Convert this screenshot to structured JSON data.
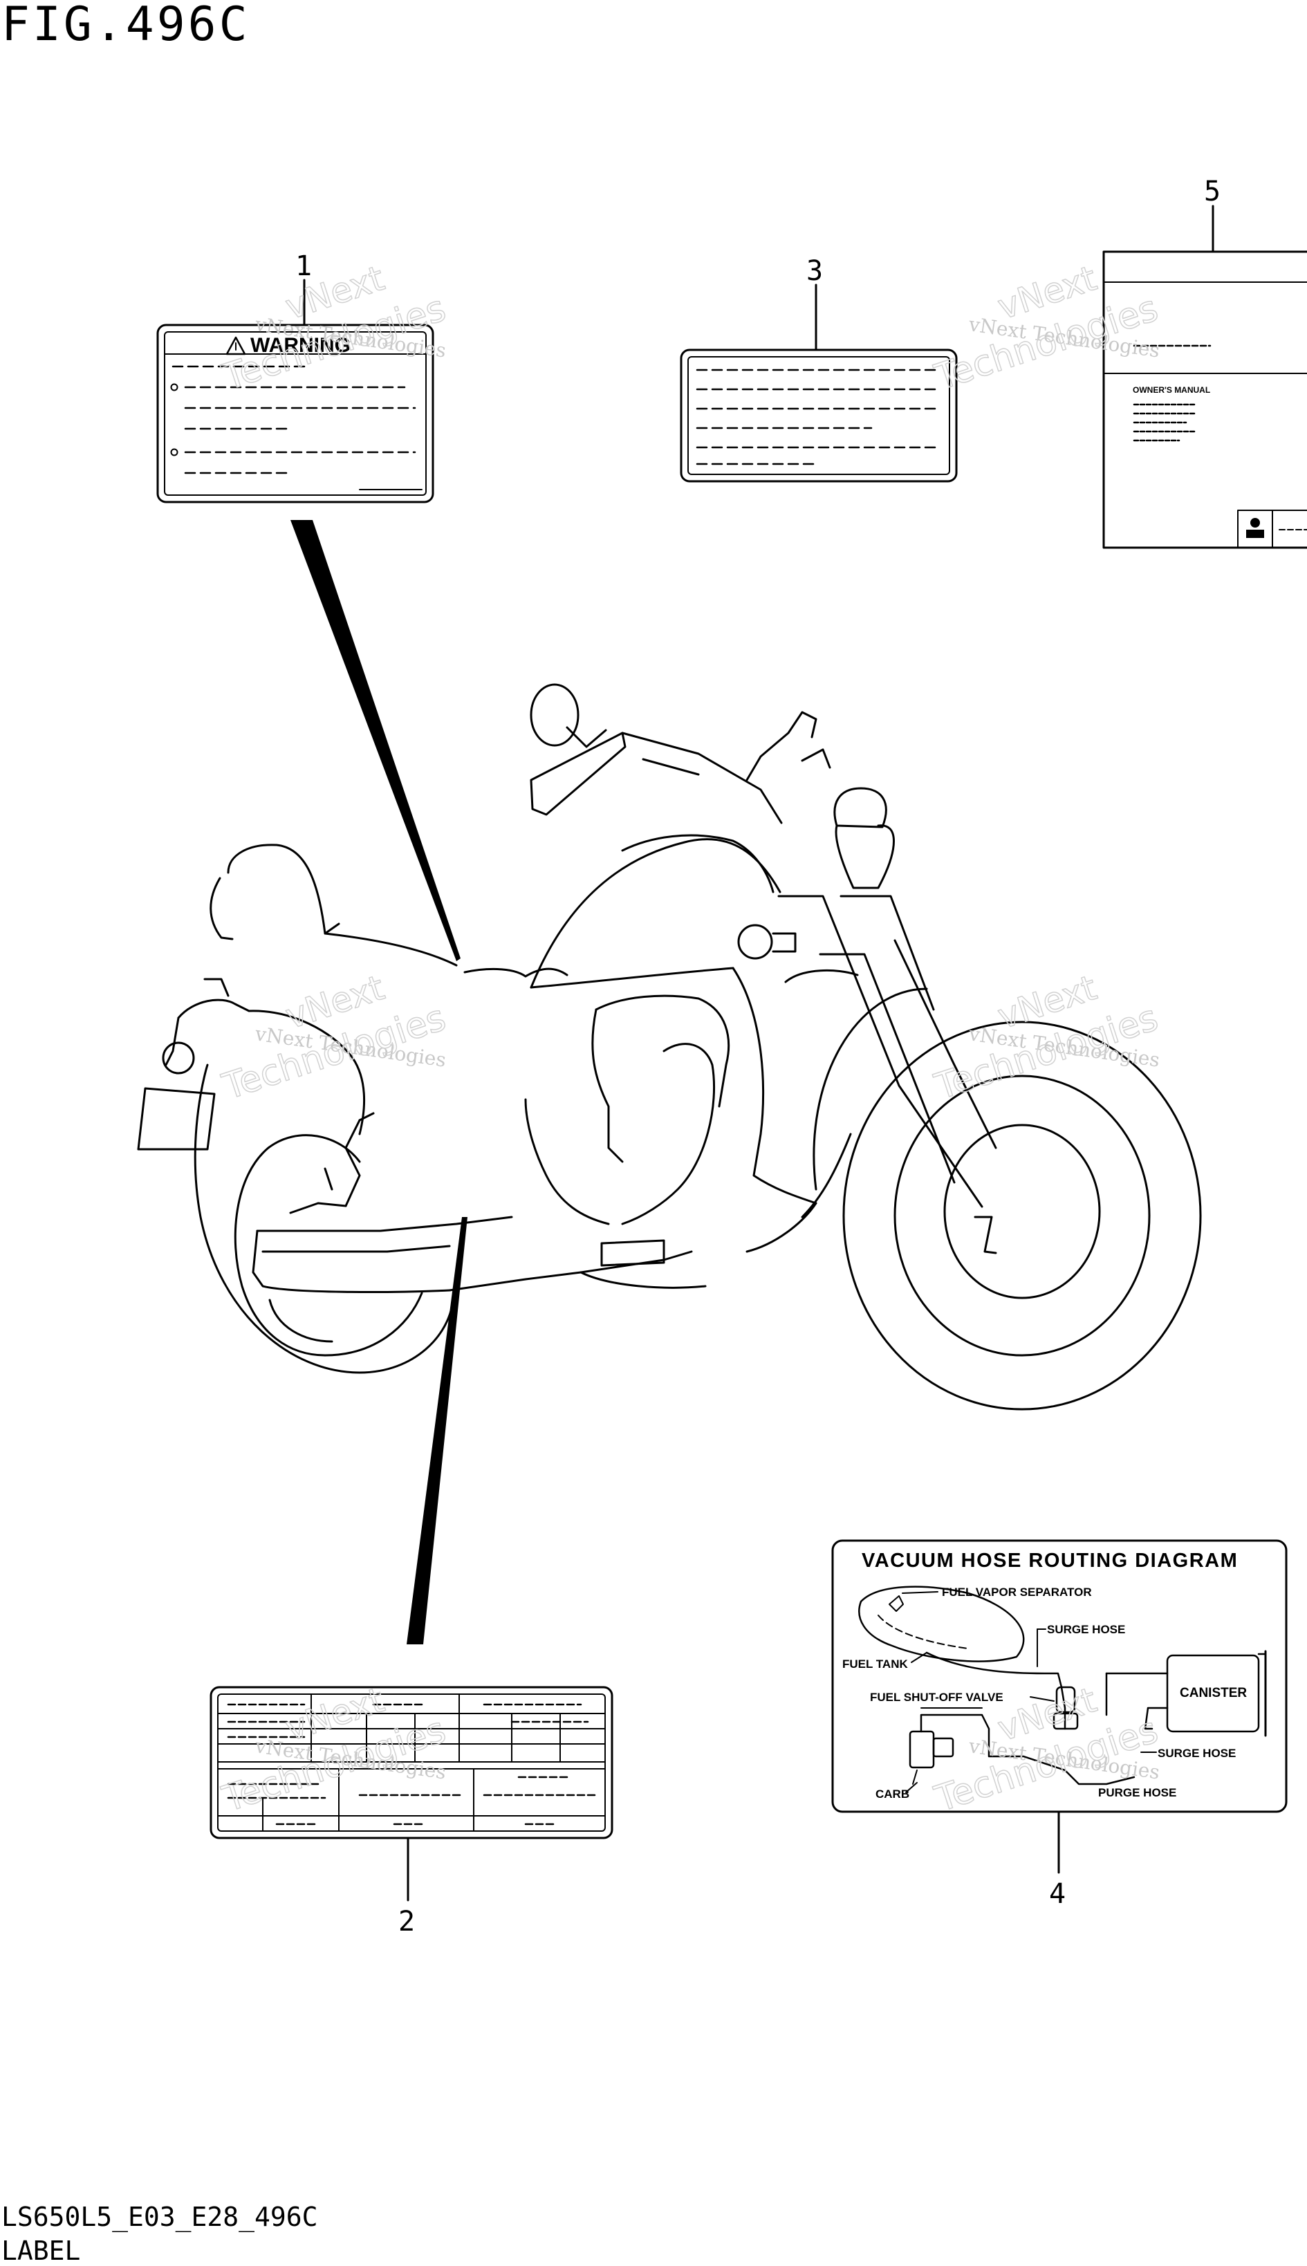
{
  "figure_title": "FIG.496C",
  "footer": {
    "code": "LS650L5_E03_E28_496C",
    "group": "LABEL"
  },
  "callouts": [
    "1",
    "2",
    "3",
    "4",
    "5"
  ],
  "label1": {
    "heading": "WARNING"
  },
  "label5": {
    "manual_title": "OWNER'S MANUAL"
  },
  "vacuum_label": {
    "title": "VACUUM HOSE ROUTING DIAGRAM",
    "parts": {
      "fuel_vapor_separator": "FUEL VAPOR SEPARATOR",
      "surge_hose_top": "SURGE HOSE",
      "fuel_tank": "FUEL TANK",
      "fuel_shutoff_valve": "FUEL SHUT-OFF VALVE",
      "canister": "CANISTER",
      "surge_hose_bottom": "SURGE HOSE",
      "carb": "CARB",
      "purge_hose": "PURGE HOSE"
    }
  },
  "watermark": {
    "line1": "vNext Technologies",
    "big1": "vNext",
    "big2": "Technologies"
  }
}
